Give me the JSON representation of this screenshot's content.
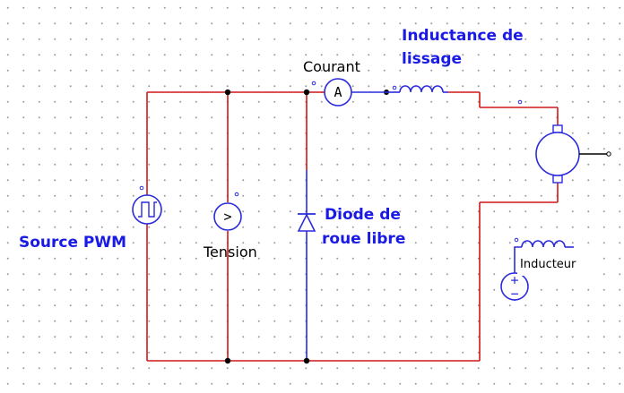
{
  "colors": {
    "wire_red": "#d01818",
    "wire_blue": "#2b2bdc",
    "label_blue": "#1a1ae6",
    "symbol_dark": "#000000"
  },
  "labels": {
    "courant": "Courant",
    "inductance_line1": "Inductance de",
    "inductance_line2": "lissage",
    "diode_line1": "Diode de",
    "diode_line2": "roue libre",
    "source": "Source PWM",
    "tension": "Tension",
    "inducteur": "Inducteur"
  },
  "meter_symbols": {
    "ammeter": "A",
    "voltmeter": ">",
    "dc_plus": "+",
    "dc_minus": "−"
  },
  "components": [
    {
      "name": "pwm-source",
      "icon": "square-wave-icon"
    },
    {
      "name": "voltmeter",
      "icon": "voltmeter-icon"
    },
    {
      "name": "ammeter",
      "icon": "ammeter-icon"
    },
    {
      "name": "freewheel-diode",
      "icon": "diode-icon"
    },
    {
      "name": "smoothing-inductor",
      "icon": "inductor-icon"
    },
    {
      "name": "dc-motor",
      "icon": "dc-motor-icon"
    },
    {
      "name": "field-winding",
      "icon": "inductor-icon"
    },
    {
      "name": "field-dc-source",
      "icon": "dc-source-icon"
    }
  ]
}
